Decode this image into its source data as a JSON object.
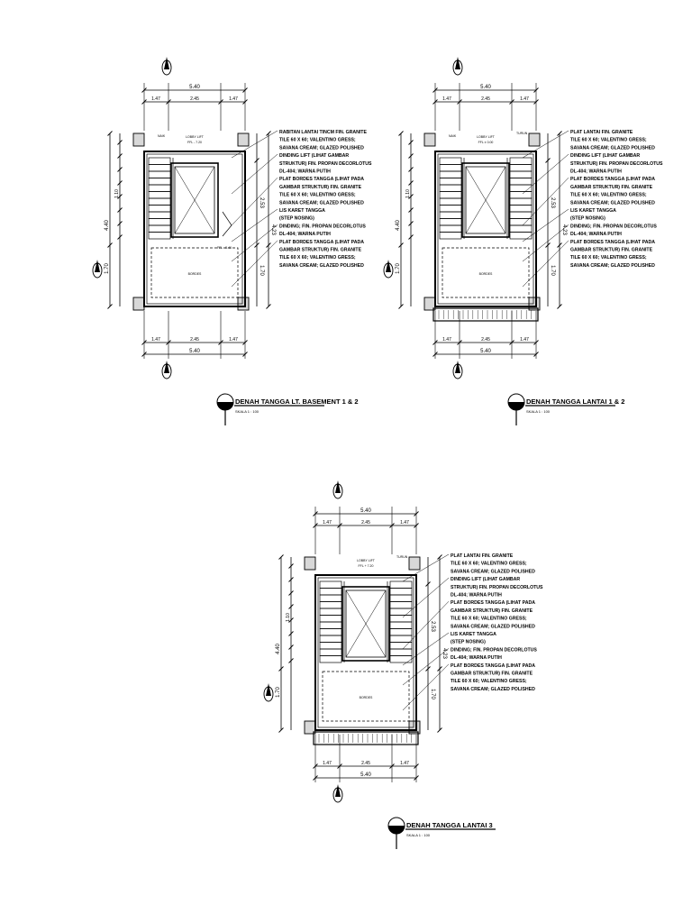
{
  "sheet": {
    "plans": [
      {
        "title": "DENAH TANGGA LT. BASEMENT 1 & 2",
        "scale": "SKALA 1 : 100",
        "dims_top": [
          "5.40",
          "1.47",
          "2.45",
          "1.47"
        ],
        "dims_bottom": [
          "1.47",
          "2.45",
          "1.47",
          "5.40"
        ],
        "dims_left": [
          "4.40",
          "1.70",
          "1.10"
        ],
        "dims_right": [
          "2.53",
          "4.23",
          "1.70"
        ],
        "room_labels": [
          "NAIK",
          "LOBBY LIFT",
          "FFL - 7.20",
          "BORDES",
          "FFL - 5.40"
        ],
        "notes": [
          "RABITAN LANTAI TINCM FIN. GRANITE",
          "TILE 60 X 60; VALENTINO GRESS;",
          "SAVANA CREAM; GLAZED POLISHED",
          "DINDING LIFT (LIHAT GAMBAR",
          "STRUKTUR) FIN. PROPAN DECORLOTUS",
          "DL-404; WARNA PUTIH",
          "PLAT BORDES TANGGA (LIHAT PADA",
          "GAMBAR STRUKTUR) FIN. GRANITE",
          "TILE 60 X 60; VALENTINO GRESS;",
          "SAVANA CREAM; GLAZED POLISHED",
          "LIS KARET TANGGA",
          "(STEP NOSING)",
          "DINDING; FIN. PROPAN DECORLOTUS",
          "DL-404; WARNA PUTIH",
          "PLAT BORDES TANGGA (LIHAT PADA",
          "GAMBAR STRUKTUR) FIN. GRANITE",
          "TILE 60 X 60; VALENTINO GRESS;",
          "SAVANA CREAM; GLAZED POLISHED"
        ]
      },
      {
        "title": "DENAH TANGGA LANTAI 1 & 2",
        "scale": "SKALA 1 : 100",
        "dims_top": [
          "5.40",
          "1.47",
          "2.45",
          "1.47"
        ],
        "dims_bottom": [
          "1.47",
          "2.45",
          "1.47",
          "5.40"
        ],
        "dims_left": [
          "4.40",
          "1.70",
          "1.10"
        ],
        "dims_right": [
          "2.53",
          "4.23",
          "1.70"
        ],
        "room_labels": [
          "NAIK",
          "LOBBY LIFT",
          "FFL ± 0.00",
          "TURUN",
          "BORDES"
        ],
        "notes": [
          "PLAT LANTAI FIN. GRANITE",
          "TILE 60 X 60; VALENTINO GRESS;",
          "SAVANA CREAM; GLAZED POLISHED",
          "DINDING LIFT (LIHAT GAMBAR",
          "STRUKTUR) FIN. PROPAN DECORLOTUS",
          "DL-404; WARNA PUTIH",
          "PLAT BORDES TANGGA (LIHAT PADA",
          "GAMBAR STRUKTUR) FIN. GRANITE",
          "TILE 60 X 60; VALENTINO GRESS;",
          "SAVANA CREAM; GLAZED POLISHED",
          "LIS KARET TANGGA",
          "(STEP NOSING)",
          "DINDING; FIN. PROPAN DECORLOTUS",
          "DL-404; WARNA PUTIH",
          "PLAT BORDES TANGGA (LIHAT PADA",
          "GAMBAR STRUKTUR) FIN. GRANITE",
          "TILE 60 X 60; VALENTINO GRESS;",
          "SAVANA CREAM; GLAZED POLISHED"
        ]
      },
      {
        "title": "DENAH TANGGA LANTAI 3",
        "scale": "SKALA 1 : 100",
        "dims_top": [
          "5.40",
          "1.47",
          "2.45",
          "1.47"
        ],
        "dims_bottom": [
          "1.47",
          "2.45",
          "1.47",
          "5.40"
        ],
        "dims_left": [
          "4.40",
          "1.70",
          "1.10"
        ],
        "dims_right": [
          "2.53",
          "4.23",
          "1.70"
        ],
        "room_labels": [
          "LOBBY LIFT",
          "FFL + 7.20",
          "TURUN",
          "BORDES"
        ],
        "notes": [
          "PLAT LANTAI FIN. GRANITE",
          "TILE 60 X 60; VALENTINO GRESS;",
          "SAVANA CREAM; GLAZED POLISHED",
          "DINDING LIFT (LIHAT GAMBAR",
          "STRUKTUR) FIN. PROPAN DECORLOTUS",
          "DL-404; WARNA PUTIH",
          "PLAT BORDES TANGGA (LIHAT PADA",
          "GAMBAR STRUKTUR) FIN. GRANITE",
          "TILE 60 X 60; VALENTINO GRESS;",
          "SAVANA CREAM; GLAZED POLISHED",
          "LIS KARET TANGGA",
          "(STEP NOSING)",
          "DINDING; FIN. PROPAN DECORLOTUS",
          "DL-404; WARNA PUTIH",
          "PLAT BORDES TANGGA (LIHAT PADA",
          "GAMBAR STRUKTUR) FIN. GRANITE",
          "TILE 60 X 60; VALENTINO GRESS;",
          "SAVANA CREAM; GLAZED POLISHED"
        ]
      }
    ]
  }
}
